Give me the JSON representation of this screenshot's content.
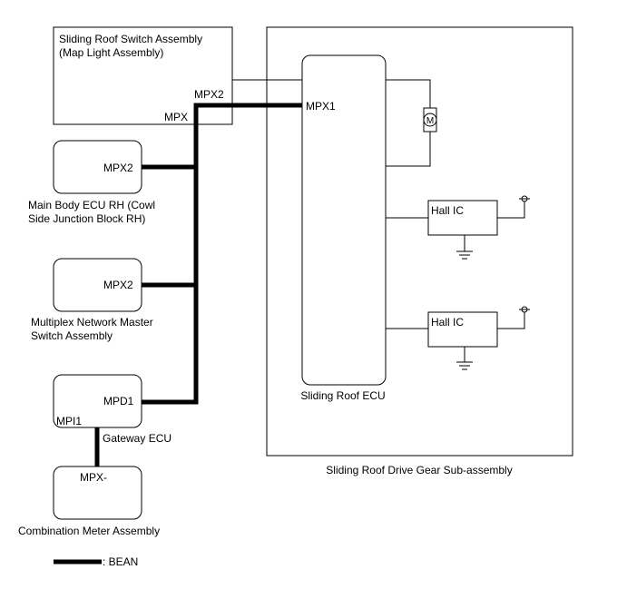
{
  "components": {
    "sliding_roof_switch": {
      "title_line1": "Sliding Roof Switch Assembly",
      "title_line2": "(Map Light Assembly)",
      "port_mpx2": "MPX2",
      "port_mpx": "MPX"
    },
    "main_body_ecu": {
      "port": "MPX2",
      "label_line1": "Main Body ECU RH (Cowl",
      "label_line2": "Side Junction Block RH)"
    },
    "multiplex_master_switch": {
      "port": "MPX2",
      "label_line1": "Multiplex Network Master",
      "label_line2": "Switch Assembly"
    },
    "gateway_ecu": {
      "port_mpd1": "MPD1",
      "port_mpi1": "MPI1",
      "label": "Gateway ECU"
    },
    "combination_meter": {
      "port": "MPX-",
      "label": "Combination Meter Assembly"
    },
    "sliding_roof_ecu": {
      "port": "MPX1",
      "label": "Sliding Roof ECU"
    },
    "motor": {
      "symbol": "M"
    },
    "hall_ic_1": {
      "label": "Hall IC"
    },
    "hall_ic_2": {
      "label": "Hall IC"
    },
    "drive_gear": {
      "label": "Sliding Roof Drive Gear Sub-assembly"
    }
  },
  "legend": {
    "text": ": BEAN"
  }
}
